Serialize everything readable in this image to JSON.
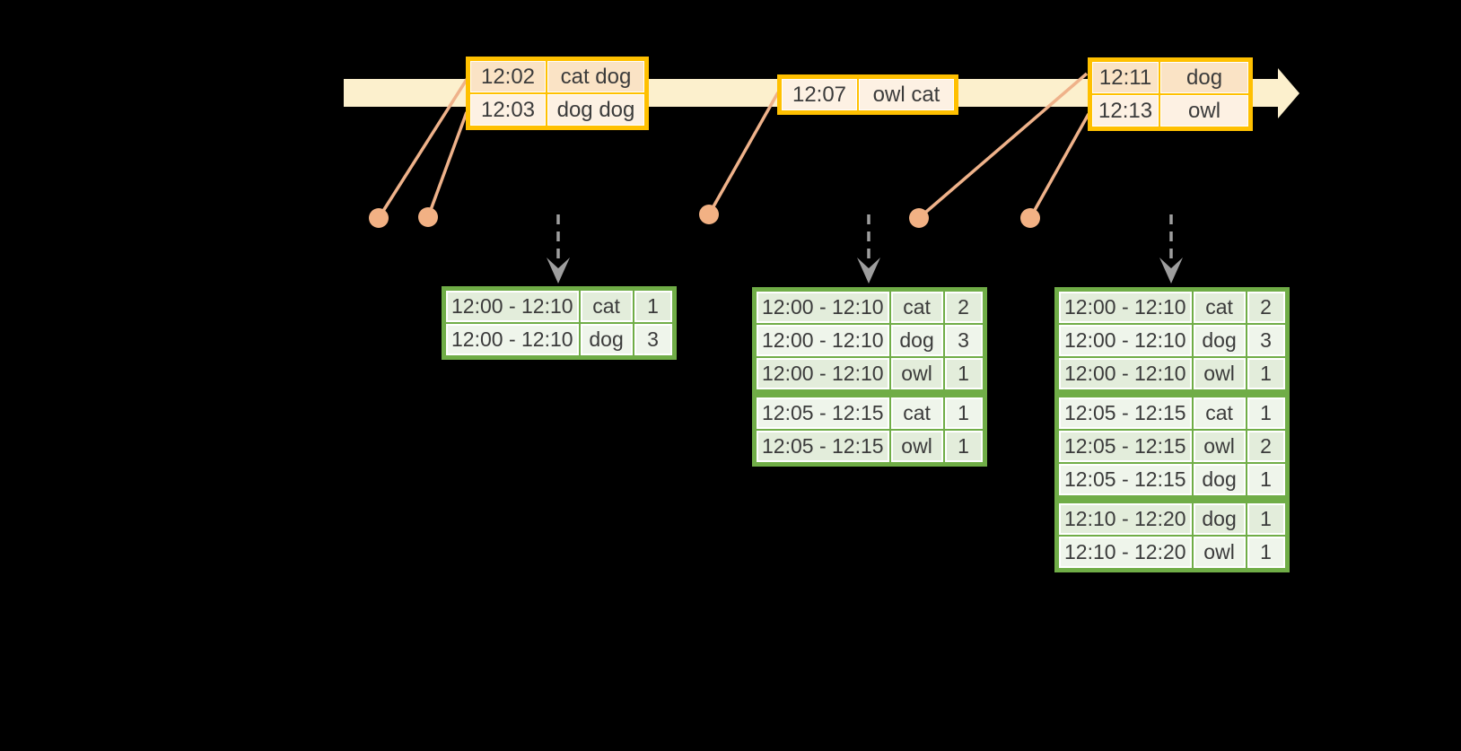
{
  "colors": {
    "background": "#000000",
    "timeline": "#fcf0cd",
    "gold": "#ffc000",
    "peach_dark": "#fae3c5",
    "peach_light": "#fdf1e3",
    "salmon": "#f2b184",
    "salmon_line": "#efb28a",
    "green": "#70ad47",
    "green_dark": "#e3eddb",
    "green_light": "#eff5eb",
    "gray": "#9e9e9e",
    "ink": "#3b3b3b"
  },
  "icons": {
    "timeline_arrowhead": "right-arrow-triangle",
    "event_marker": "filled-circle",
    "trigger_arrow": "dashed-down-arrow"
  },
  "event_stream": {
    "batches": [
      {
        "rows": [
          {
            "time": "12:02",
            "words": "cat dog"
          },
          {
            "time": "12:03",
            "words": "dog dog"
          }
        ]
      },
      {
        "rows": [
          {
            "time": "12:07",
            "words": "owl cat"
          }
        ]
      },
      {
        "rows": [
          {
            "time": "12:11",
            "words": "dog"
          },
          {
            "time": "12:13",
            "words": "owl"
          }
        ]
      }
    ]
  },
  "results": [
    {
      "groups": [
        [
          {
            "window": "12:00 - 12:10",
            "word": "cat",
            "count": "1"
          },
          {
            "window": "12:00 - 12:10",
            "word": "dog",
            "count": "3"
          }
        ]
      ]
    },
    {
      "groups": [
        [
          {
            "window": "12:00 - 12:10",
            "word": "cat",
            "count": "2"
          },
          {
            "window": "12:00 - 12:10",
            "word": "dog",
            "count": "3"
          },
          {
            "window": "12:00 - 12:10",
            "word": "owl",
            "count": "1"
          }
        ],
        [
          {
            "window": "12:05 - 12:15",
            "word": "cat",
            "count": "1"
          },
          {
            "window": "12:05 - 12:15",
            "word": "owl",
            "count": "1"
          }
        ]
      ]
    },
    {
      "groups": [
        [
          {
            "window": "12:00 - 12:10",
            "word": "cat",
            "count": "2"
          },
          {
            "window": "12:00 - 12:10",
            "word": "dog",
            "count": "3"
          },
          {
            "window": "12:00 - 12:10",
            "word": "owl",
            "count": "1"
          }
        ],
        [
          {
            "window": "12:05 - 12:15",
            "word": "cat",
            "count": "1"
          },
          {
            "window": "12:05 - 12:15",
            "word": "owl",
            "count": "2"
          },
          {
            "window": "12:05 - 12:15",
            "word": "dog",
            "count": "1"
          }
        ],
        [
          {
            "window": "12:10 - 12:20",
            "word": "dog",
            "count": "1"
          },
          {
            "window": "12:10 - 12:20",
            "word": "owl",
            "count": "1"
          }
        ]
      ]
    }
  ]
}
